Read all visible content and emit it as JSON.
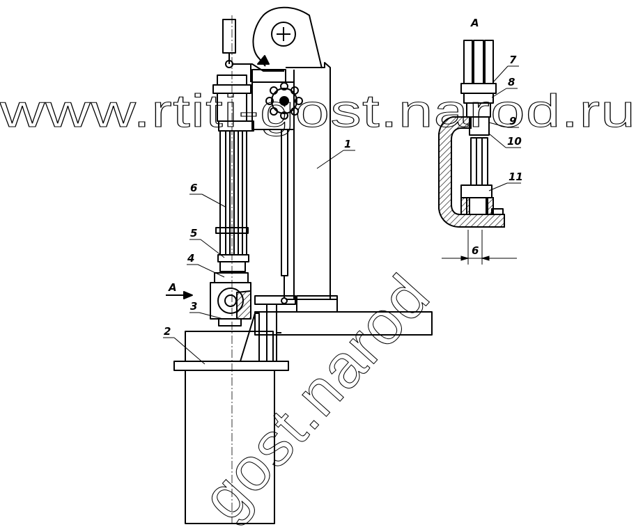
{
  "callouts": {
    "c1": "1",
    "c2": "2",
    "c3": "3",
    "c4": "4",
    "c5": "5",
    "c6": "6",
    "c7": "7",
    "c8": "8",
    "c9": "9",
    "c10": "10",
    "c11": "11"
  },
  "views": {
    "arrow_label": "A",
    "section_label": "A"
  },
  "dimension": {
    "value": "6"
  },
  "watermarks": {
    "horizontal": "www.rtiti-gost.narod.ru",
    "diagonal": "gost.narod"
  }
}
